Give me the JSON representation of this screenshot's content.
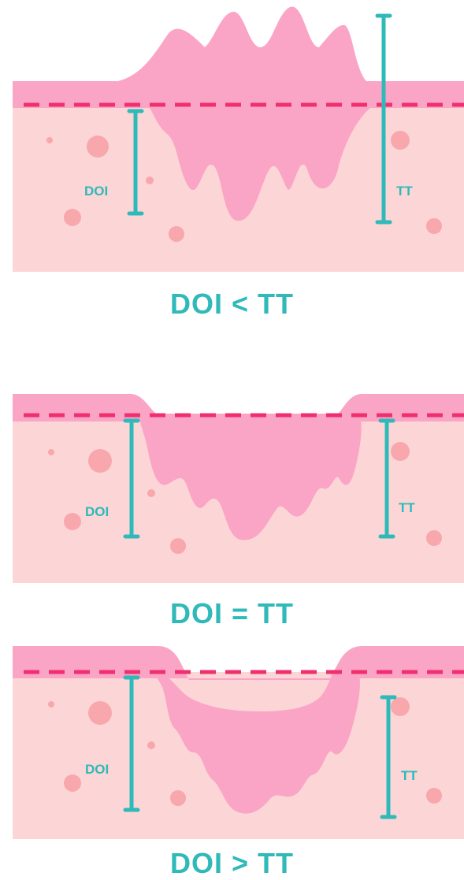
{
  "colors": {
    "dermis": "#fcd6d6",
    "epidermis": "#fba5c6",
    "tumor": "#fba5c6",
    "nodule": "#f8a7ad",
    "dashed_line": "#f0306d",
    "measure": "#2fb9b9"
  },
  "panels": [
    {
      "caption": "DOI < TT",
      "doi_label": "DOI",
      "tt_label": "TT",
      "tumor_type": "exophytic"
    },
    {
      "caption": "DOI = TT",
      "doi_label": "DOI",
      "tt_label": "TT",
      "tumor_type": "flat"
    },
    {
      "caption": "DOI > TT",
      "doi_label": "DOI",
      "tt_label": "TT",
      "tumor_type": "ulcerated"
    }
  ]
}
